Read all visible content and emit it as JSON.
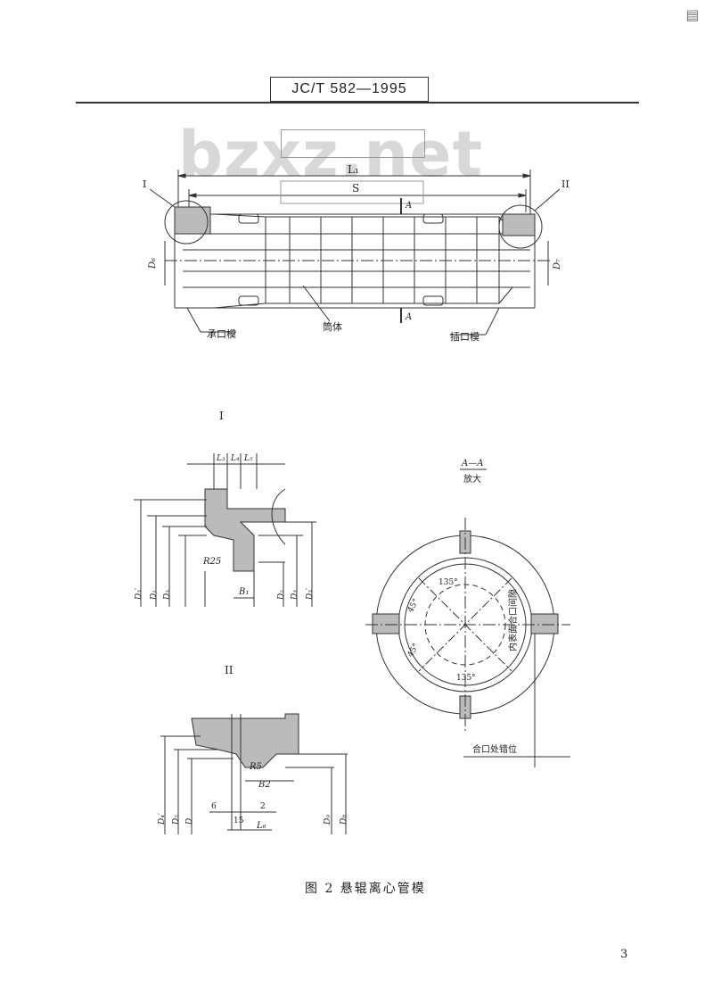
{
  "header": {
    "standard_code": "JC/T 582—1995"
  },
  "watermark": {
    "text": "bzxz.net"
  },
  "drawing_main": {
    "dim_L1": "L₁",
    "dim_S": "S",
    "section_mark": "A",
    "detail_I": "I",
    "detail_II": "II",
    "dim_D6": "D₆",
    "dim_D7": "D₇",
    "label_bell": "承口模",
    "label_body": "筒体",
    "label_spigot": "插口模"
  },
  "detail_I": {
    "title": "I",
    "dims_top": [
      "L₃",
      "L₄",
      "L₅"
    ],
    "radius": "R25",
    "width": "B₁",
    "dims_left": [
      "D₃′",
      "D₁",
      "D₃"
    ],
    "dims_right": [
      "D₂",
      "D₃",
      "D₃′"
    ]
  },
  "detail_II": {
    "title": "II",
    "radius": "R5",
    "width": "B2",
    "dims_left": [
      "D₄′",
      "D₅",
      "D"
    ],
    "dims_bottom": [
      "6",
      "2",
      "15"
    ],
    "length": "L₆",
    "dims_right": [
      "D₉",
      "D₈"
    ]
  },
  "section_AA": {
    "title": "A—A",
    "subtitle": "放大",
    "angle_top": "135°",
    "angle_bottom": "135°",
    "angle_left_top": "45°",
    "angle_left_bottom": "45°",
    "gap_label": "内表面合口间隙",
    "offset_label": "合口处错位"
  },
  "caption": "图 2   悬辊离心管模",
  "page_number": "3"
}
